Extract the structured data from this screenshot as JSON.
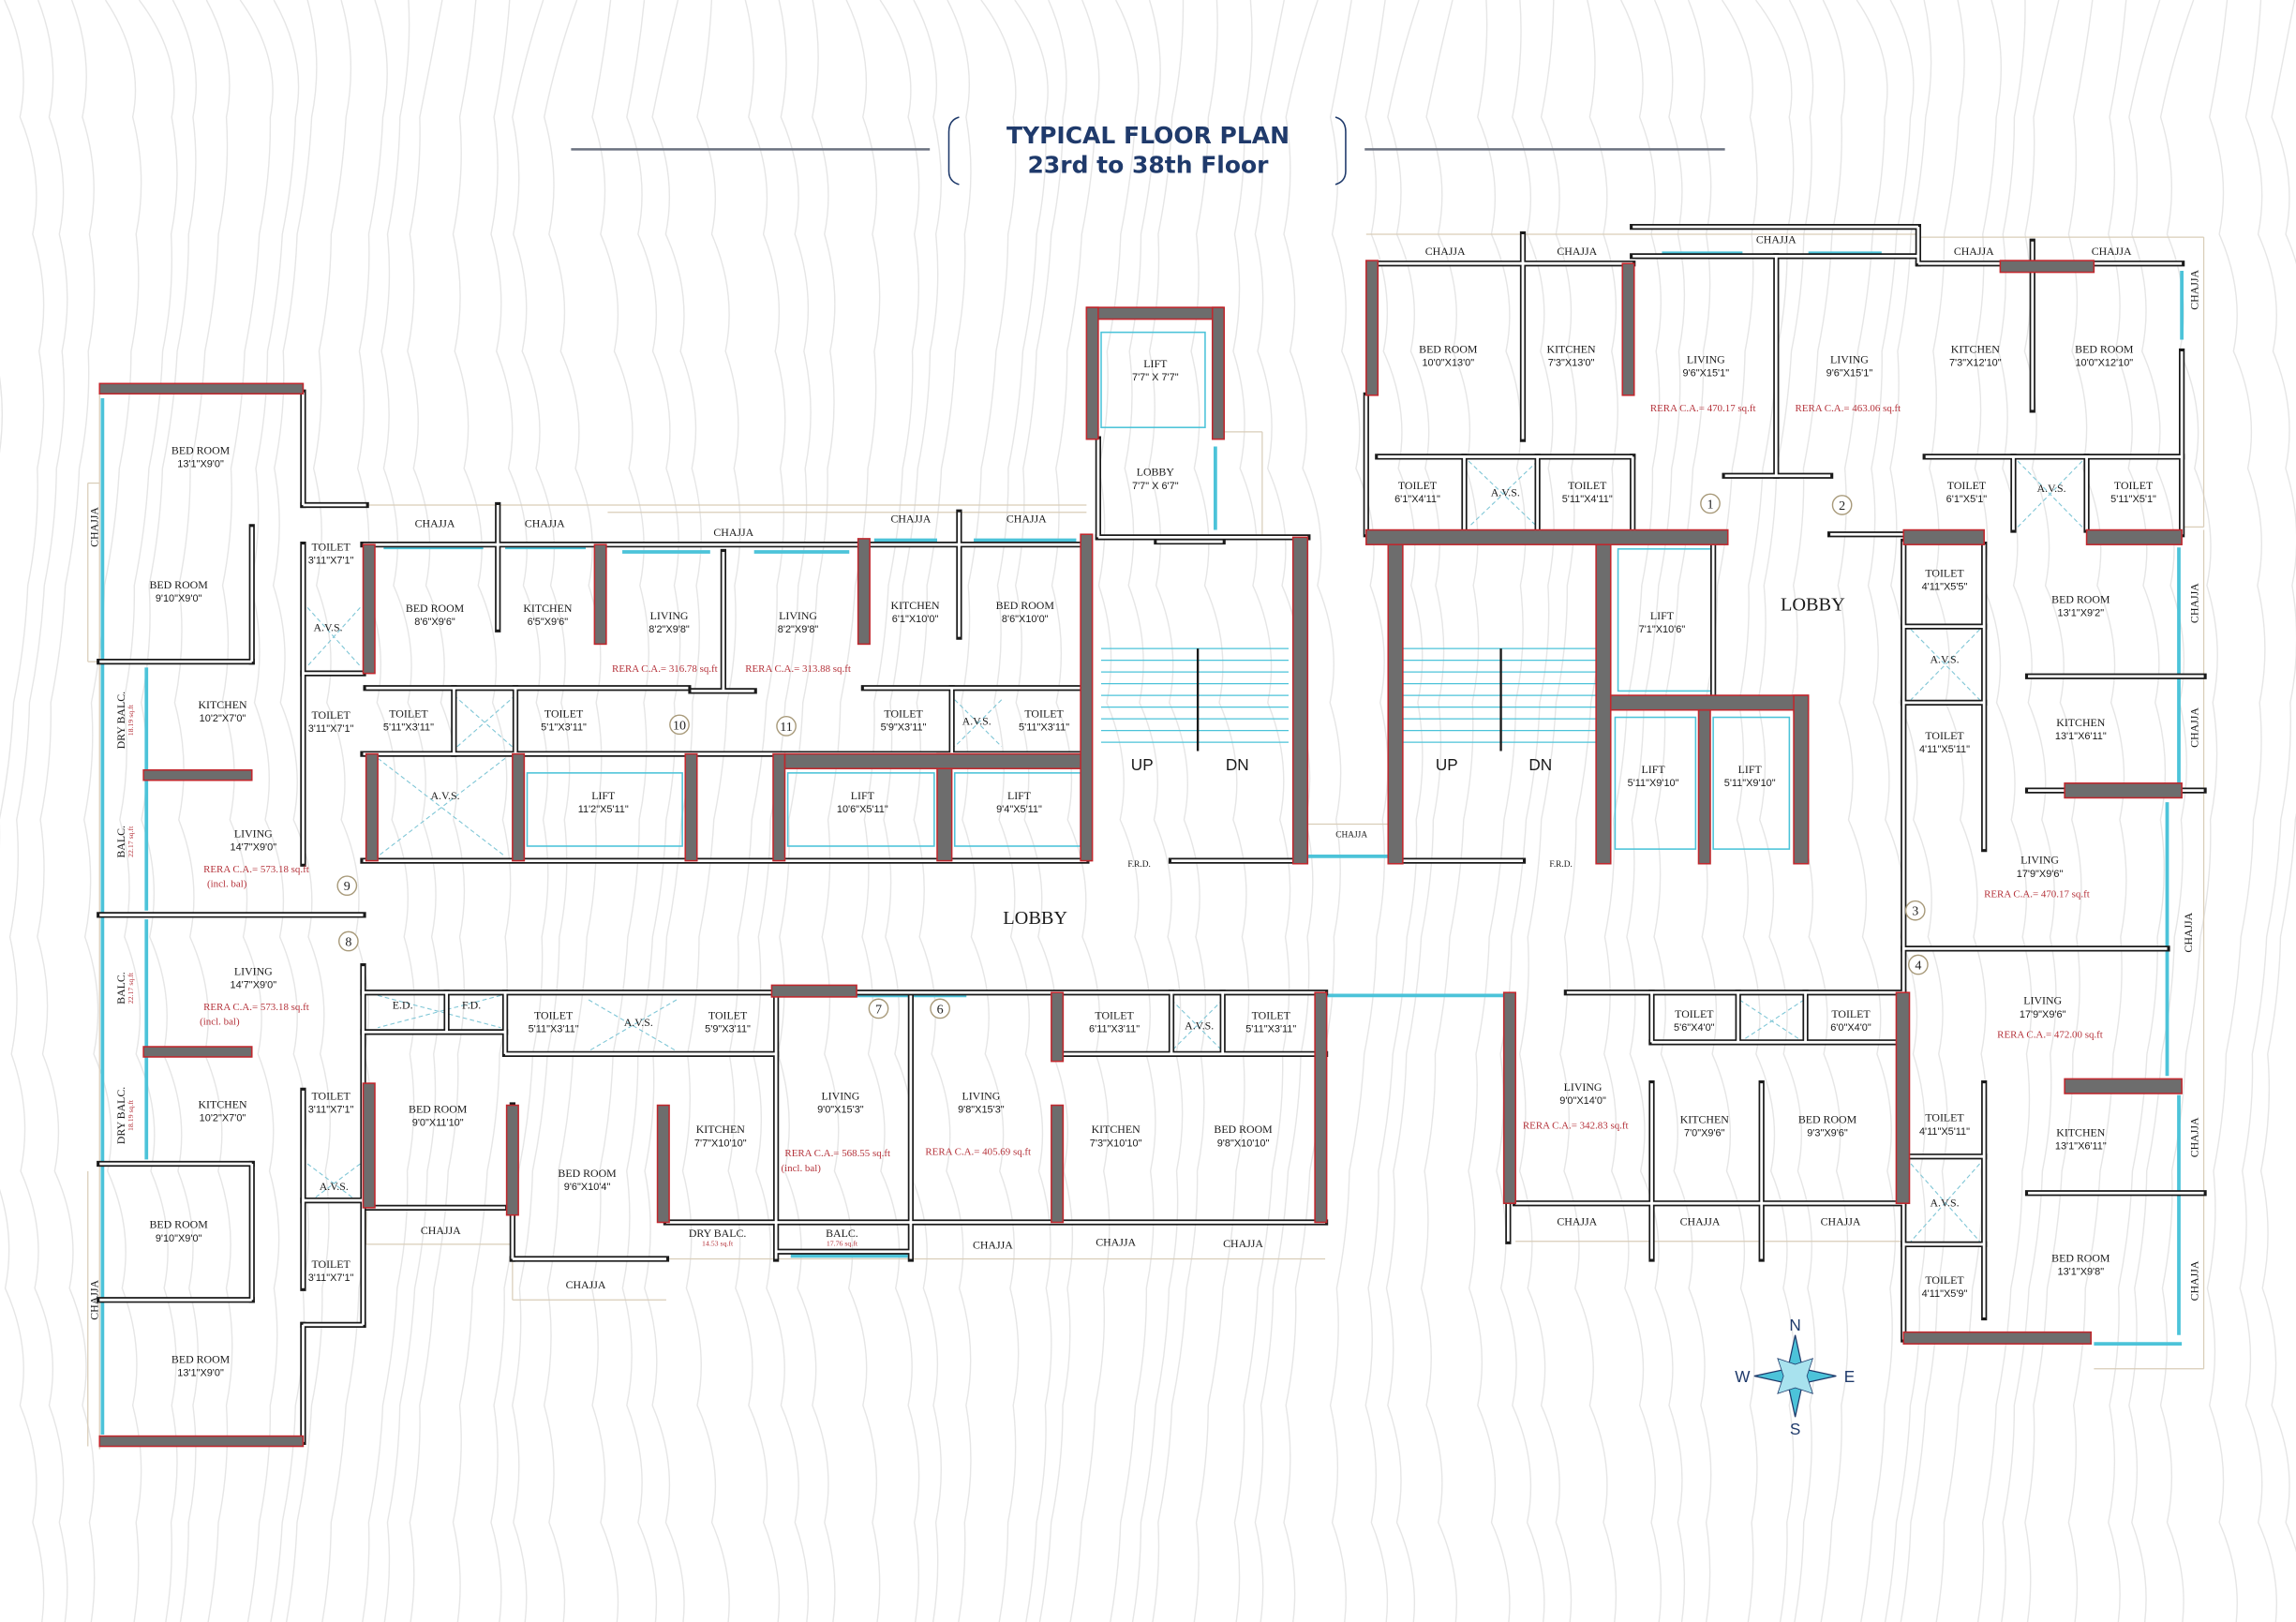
{
  "title": {
    "line1": "TYPICAL FLOOR PLAN",
    "line2": "23rd to 38th Floor"
  },
  "colors": {
    "title": "#1f3a6b",
    "wall": "#1a1a1a",
    "column": "#6d6d6d",
    "column_outline": "#c0272d",
    "window": "#4cc3d9",
    "rera": "#b5333b",
    "chajja_outline": "#d9cdb8"
  },
  "units": [
    {
      "number": "9",
      "rera": "RERA C.A.= 573.18 sq.ft",
      "rera_note": "(incl. bal)",
      "rooms": [
        {
          "name": "BED ROOM",
          "dims": "13'1\"X9'0\""
        },
        {
          "name": "BED ROOM",
          "dims": "9'10\"X9'0\""
        },
        {
          "name": "KITCHEN",
          "dims": "10'2\"X7'0\""
        },
        {
          "name": "LIVING",
          "dims": "14'7\"X9'0\""
        },
        {
          "name": "TOILET",
          "dims": "3'11\"X7'1\""
        },
        {
          "name": "TOILET",
          "dims": "3'11\"X7'1\""
        },
        {
          "name": "A.V.S."
        },
        {
          "name": "DRY BALC.",
          "area": "18.19 sq.ft"
        },
        {
          "name": "BALC.",
          "area": "22.17 sq.ft"
        },
        {
          "name": "CHAJJA"
        }
      ]
    },
    {
      "number": "10",
      "rera": "RERA C.A.= 316.78 sq.ft",
      "rooms": [
        {
          "name": "BED ROOM",
          "dims": "8'6\"X9'6\""
        },
        {
          "name": "KITCHEN",
          "dims": "6'5\"X9'6\""
        },
        {
          "name": "LIVING",
          "dims": "8'2\"X9'8\""
        },
        {
          "name": "TOILET",
          "dims": "5'11\"X3'11\""
        },
        {
          "name": "TOILET",
          "dims": "5'1\"X3'11\""
        },
        {
          "name": "A.V.S."
        },
        {
          "name": "LIFT",
          "dims": "11'2\"X5'11\""
        },
        {
          "name": "CHAJJA"
        },
        {
          "name": "CHAJJA"
        },
        {
          "name": "CHAJJA"
        }
      ]
    },
    {
      "number": "11",
      "rera": "RERA C.A.= 313.88 sq.ft",
      "rooms": [
        {
          "name": "LIVING",
          "dims": "8'2\"X9'8\""
        },
        {
          "name": "KITCHEN",
          "dims": "6'1\"X10'0\""
        },
        {
          "name": "BED ROOM",
          "dims": "8'6\"X10'0\""
        },
        {
          "name": "TOILET",
          "dims": "5'9\"X3'11\""
        },
        {
          "name": "A.V.S."
        },
        {
          "name": "TOILET",
          "dims": "5'11\"X3'11\""
        },
        {
          "name": "LIFT",
          "dims": "10'6\"X5'11\""
        },
        {
          "name": "LIFT",
          "dims": "9'4\"X5'11\""
        },
        {
          "name": "CHAJJA"
        },
        {
          "name": "CHAJJA"
        }
      ]
    },
    {
      "number": "1",
      "rera": "RERA C.A.= 470.17 sq.ft",
      "rooms": [
        {
          "name": "BED ROOM",
          "dims": "10'0\"X13'0\""
        },
        {
          "name": "KITCHEN",
          "dims": "7'3\"X13'0\""
        },
        {
          "name": "LIVING",
          "dims": "9'6\"X15'1\""
        },
        {
          "name": "TOILET",
          "dims": "6'1\"X4'11\""
        },
        {
          "name": "A.V.S."
        },
        {
          "name": "TOILET",
          "dims": "5'11\"X4'11\""
        },
        {
          "name": "CHAJJA"
        },
        {
          "name": "CHAJJA"
        },
        {
          "name": "CHAJJA"
        }
      ]
    },
    {
      "number": "2",
      "rera": "RERA C.A.= 463.06 sq.ft",
      "rooms": [
        {
          "name": "LIVING",
          "dims": "9'6\"X15'1\""
        },
        {
          "name": "KITCHEN",
          "dims": "7'3\"X12'10\""
        },
        {
          "name": "BED ROOM",
          "dims": "10'0\"X12'10\""
        },
        {
          "name": "TOILET",
          "dims": "6'1\"X5'1\""
        },
        {
          "name": "A.V.S."
        },
        {
          "name": "TOILET",
          "dims": "5'11\"X5'1\""
        },
        {
          "name": "CHAJJA"
        },
        {
          "name": "CHAJJA"
        },
        {
          "name": "CHAJJA"
        }
      ]
    },
    {
      "number": "3",
      "rera": "RERA C.A.= 470.17 sq.ft",
      "rooms": [
        {
          "name": "TOILET",
          "dims": "4'11\"X5'5\""
        },
        {
          "name": "A.V.S."
        },
        {
          "name": "TOILET",
          "dims": "4'11\"X5'11\""
        },
        {
          "name": "BED ROOM",
          "dims": "13'1\"X9'2\""
        },
        {
          "name": "KITCHEN",
          "dims": "13'1\"X6'11\""
        },
        {
          "name": "LIVING",
          "dims": "17'9\"X9'6\""
        },
        {
          "name": "CHAJJA"
        },
        {
          "name": "CHAJJA"
        },
        {
          "name": "CHAJJA"
        }
      ]
    },
    {
      "number": "4",
      "rera": "RERA C.A.= 472.00 sq.ft",
      "rooms": [
        {
          "name": "LIVING",
          "dims": "17'9\"X9'6\""
        },
        {
          "name": "KITCHEN",
          "dims": "13'1\"X6'11\""
        },
        {
          "name": "BED ROOM",
          "dims": "13'1\"X9'8\""
        },
        {
          "name": "TOILET",
          "dims": "4'11\"X5'11\""
        },
        {
          "name": "A.V.S."
        },
        {
          "name": "TOILET",
          "dims": "4'11\"X5'9\""
        },
        {
          "name": "CHAJJA"
        },
        {
          "name": "CHAJJA"
        }
      ]
    },
    {
      "rera": "RERA C.A.= 342.83 sq.ft",
      "rooms": [
        {
          "name": "LIVING",
          "dims": "9'0\"X14'0\""
        },
        {
          "name": "KITCHEN",
          "dims": "7'0\"X9'6\""
        },
        {
          "name": "BED ROOM",
          "dims": "9'3\"X9'6\""
        },
        {
          "name": "TOILET",
          "dims": "5'6\"X4'0\""
        },
        {
          "name": "TOILET",
          "dims": "6'0\"X4'0\""
        },
        {
          "name": "CHAJJA"
        },
        {
          "name": "CHAJJA"
        },
        {
          "name": "CHAJJA"
        }
      ]
    },
    {
      "number": "6",
      "rera": "RERA C.A.= 405.69 sq.ft",
      "rooms": [
        {
          "name": "LIVING",
          "dims": "9'8\"X15'3\""
        },
        {
          "name": "KITCHEN",
          "dims": "7'3\"X10'10\""
        },
        {
          "name": "BED ROOM",
          "dims": "9'8\"X10'10\""
        },
        {
          "name": "TOILET",
          "dims": "6'11\"X3'11\""
        },
        {
          "name": "A.V.S."
        },
        {
          "name": "TOILET",
          "dims": "5'11\"X3'11\""
        },
        {
          "name": "CHAJJA"
        },
        {
          "name": "CHAJJA"
        },
        {
          "name": "CHAJJA"
        }
      ]
    },
    {
      "number": "7",
      "rera": "RERA C.A.= 568.55 sq.ft",
      "rera_note": "(incl. bal)",
      "rooms": [
        {
          "name": "LIVING",
          "dims": "9'0\"X15'3\""
        },
        {
          "name": "KITCHEN",
          "dims": "7'7\"X10'10\""
        },
        {
          "name": "BED ROOM",
          "dims": "9'6\"X10'4\""
        },
        {
          "name": "TOILET",
          "dims": "5'11\"X3'11\""
        },
        {
          "name": "A.V.S."
        },
        {
          "name": "TOILET",
          "dims": "5'9\"X3'11\""
        },
        {
          "name": "DRY BALC.",
          "area": "14.53 sq.ft"
        },
        {
          "name": "BALC.",
          "area": "17.76 sq.ft"
        },
        {
          "name": "CHAJJA"
        }
      ]
    },
    {
      "number": "8",
      "rera": "RERA C.A.= 573.18 sq.ft",
      "rera_note": "(incl. bal)",
      "rooms": [
        {
          "name": "LIVING",
          "dims": "14'7\"X9'0\""
        },
        {
          "name": "KITCHEN",
          "dims": "10'2\"X7'0\""
        },
        {
          "name": "BED ROOM",
          "dims": "9'0\"X11'10\""
        },
        {
          "name": "TOILET",
          "dims": "3'11\"X7'1\""
        },
        {
          "name": "A.V.S."
        },
        {
          "name": "TOILET",
          "dims": "3'11\"X7'1\""
        },
        {
          "name": "BED ROOM",
          "dims": "9'10\"X9'0\""
        },
        {
          "name": "BED ROOM",
          "dims": "13'1\"X9'0\""
        },
        {
          "name": "E.D."
        },
        {
          "name": "F.D."
        },
        {
          "name": "CHAJJA"
        },
        {
          "name": "CHAJJA"
        },
        {
          "name": "BALC.",
          "area": "22.17 sq.ft"
        },
        {
          "name": "DRY BALC.",
          "area": "18.19 sq.ft"
        }
      ]
    }
  ],
  "core": [
    {
      "name": "LIFT",
      "dims": "7'7\" X 7'7\""
    },
    {
      "name": "LOBBY",
      "dims": "7'7\" X 6'7\""
    },
    {
      "name": "UP"
    },
    {
      "name": "DN"
    },
    {
      "name": "UP"
    },
    {
      "name": "DN"
    },
    {
      "name": "F.R.D."
    },
    {
      "name": "F.R.D."
    },
    {
      "name": "CHAJJA"
    },
    {
      "name": "LIFT",
      "dims": "7'1\"X10'6\""
    },
    {
      "name": "LIFT",
      "dims": "5'11\"X9'10\""
    },
    {
      "name": "LIFT",
      "dims": "5'11\"X9'10\""
    },
    {
      "name": "LOBBY"
    },
    {
      "name": "LOBBY"
    }
  ],
  "compass": {
    "n": "N",
    "s": "S",
    "e": "E",
    "w": "W"
  }
}
